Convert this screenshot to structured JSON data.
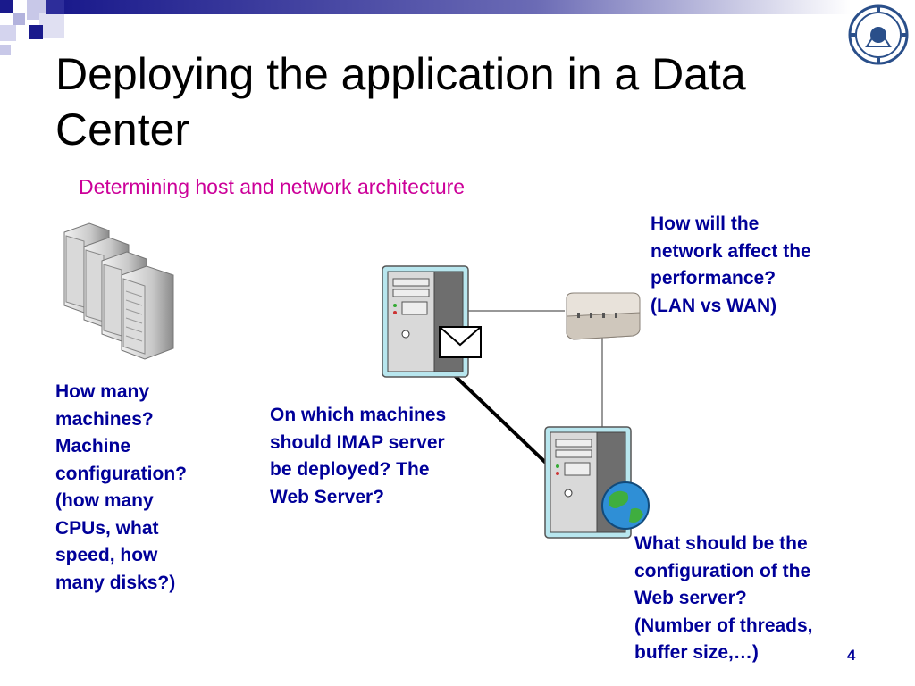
{
  "slide": {
    "title": "Deploying the application in a  Data Center",
    "subtitle": "Determining host and network architecture",
    "page_number": "4"
  },
  "questions": {
    "network": "How will the\nnetwork affect the\nperformance?\n(LAN vs WAN)",
    "machines": "How many\nmachines?\nMachine\nconfiguration?\n(how many\nCPUs, what\nspeed, how\nmany disks?)",
    "imap": "On which machines\nshould IMAP server\nbe deployed? The\nWeb Server?",
    "webserver": "What should be the\nconfiguration of the\nWeb server?\n(Number of threads,\nbuffer size,…)"
  },
  "colors": {
    "accent_blue": "#000099",
    "subtitle_magenta": "#cc0099",
    "decor_dark_blue": "#1a1a8c",
    "decor_light_blue": "#b3b3dd"
  },
  "icons": {
    "logo": "institute-seal-icon",
    "rack": "server-rack-icon",
    "mail_server": "mail-server-icon",
    "router": "router-icon",
    "web_server": "web-server-icon"
  }
}
